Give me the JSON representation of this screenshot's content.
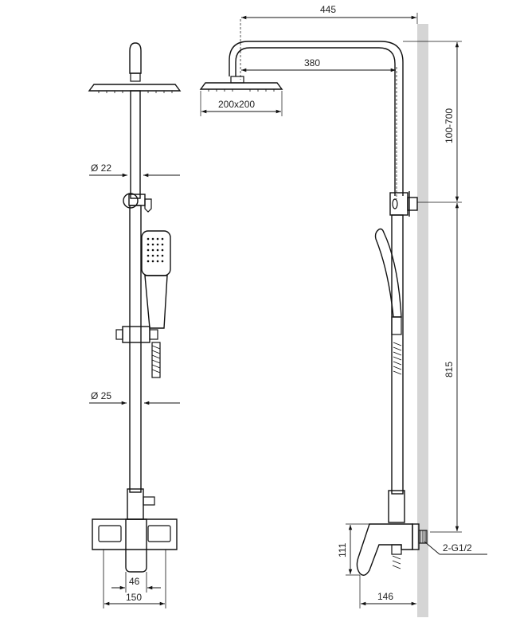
{
  "labels": {
    "top_width": "445",
    "arm_length": "380",
    "head_size": "200x200",
    "height_adjust": "100-700",
    "rail_height": "815",
    "pipe_upper_dia": "Ø 22",
    "pipe_lower_dia": "Ø 25",
    "mixer_height": "111",
    "connection": "2-G1/2",
    "spout_width": "46",
    "mixer_width": "150",
    "wall_offset": "146"
  },
  "colors": {
    "line": "#111111",
    "wall": "#d5d5d5",
    "text": "#222222"
  }
}
